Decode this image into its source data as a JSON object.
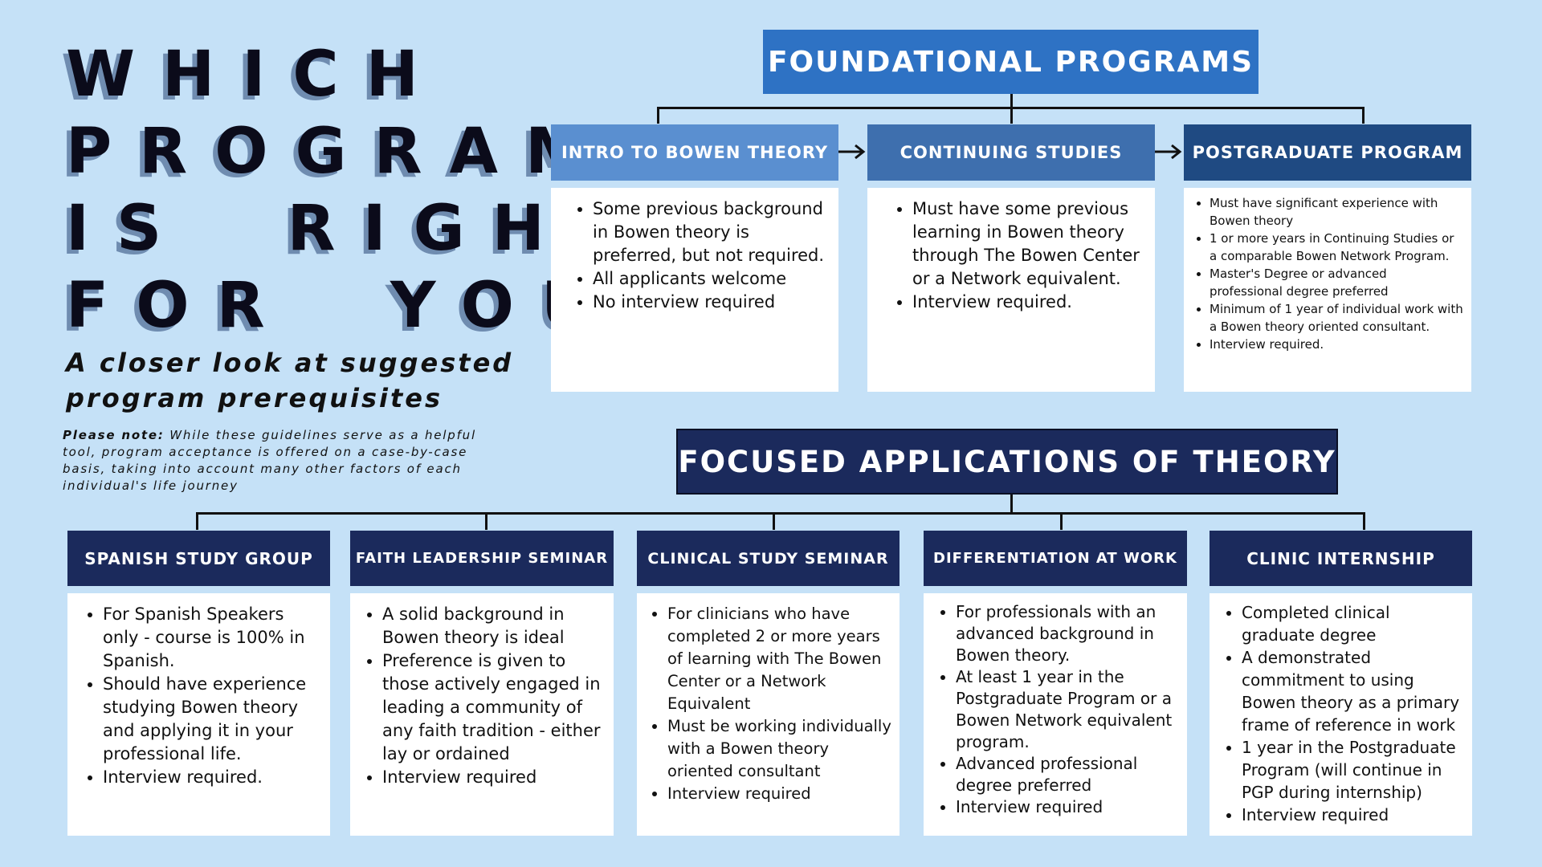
{
  "title": {
    "lines": [
      "WHICH",
      "PROGRAM",
      "IS  RIGHT",
      "FOR  YOU?"
    ],
    "subtitle": "A closer look at suggested program prerequisites",
    "note_label": "Please note:",
    "note_text": " While these guidelines serve as a helpful tool, program acceptance is offered on a case-by-case basis, taking into account many other factors of each individual's life journey"
  },
  "foundational": {
    "heading": "FOUNDATIONAL PROGRAMS",
    "programs": [
      {
        "name": "INTRO TO BOWEN THEORY",
        "color": "#5a8fd0",
        "items": [
          "Some previous background in Bowen theory is preferred, but not required.",
          "All applicants welcome",
          "No interview required"
        ]
      },
      {
        "name": "CONTINUING STUDIES",
        "color": "#3e6fae",
        "items": [
          "Must have some previous learning in Bowen theory through The Bowen Center or a Network equivalent.",
          "Interview required."
        ]
      },
      {
        "name": "POSTGRADUATE PROGRAM",
        "color": "#1f4a82",
        "items": [
          "Must have significant experience with Bowen theory",
          "1 or more years in Continuing Studies or a comparable Bowen Network Program.",
          "Master's Degree or advanced professional degree preferred",
          "Minimum of 1 year of individual work with a Bowen theory oriented consultant.",
          "Interview required."
        ]
      }
    ]
  },
  "focused": {
    "heading": "FOCUSED APPLICATIONS OF THEORY",
    "programs": [
      {
        "name": "SPANISH STUDY GROUP",
        "items": [
          "For Spanish Speakers only - course is 100% in Spanish.",
          "Should have experience studying Bowen theory and applying it in your professional life.",
          "Interview required."
        ]
      },
      {
        "name": "FAITH LEADERSHIP SEMINAR",
        "items": [
          "A solid background in Bowen theory is ideal",
          "Preference is given to those actively engaged in leading a community of any faith tradition - either lay or ordained",
          "Interview required"
        ]
      },
      {
        "name": "CLINICAL STUDY SEMINAR",
        "items": [
          "For clinicians who have completed 2 or more years of learning with The Bowen Center or a Network Equivalent",
          "Must be working individually with a Bowen theory oriented consultant",
          "Interview required"
        ]
      },
      {
        "name": "DIFFERENTIATION AT WORK",
        "items": [
          "For professionals with an advanced background in Bowen theory.",
          "At least 1 year in the Postgraduate Program or a Bowen Network equivalent program.",
          "Advanced professional degree preferred",
          "Interview required"
        ]
      },
      {
        "name": "CLINIC INTERNSHIP",
        "items": [
          "Completed clinical graduate degree",
          "A demonstrated commitment to using Bowen theory as a primary frame of reference in work",
          "1 year in the Postgraduate Program (will continue in PGP during internship)",
          "Interview required"
        ]
      }
    ]
  },
  "colors": {
    "background": "#c5e1f7",
    "foundational_heading": "#2e72c4",
    "focused_heading": "#1b2a5c",
    "focused_card_header": "#1b2a5c"
  }
}
